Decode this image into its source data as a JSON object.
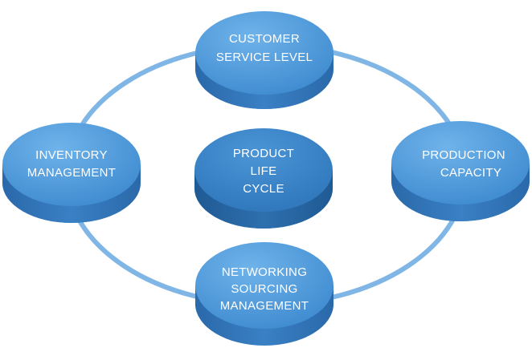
{
  "diagram": {
    "colors": {
      "ring": "#7fb6e6",
      "disc_top": "#4a94d6",
      "disc_top_light": "#69aee6",
      "disc_side": "#2f73b8",
      "disc_side_dark": "#245d96",
      "center_top": "#3a86cc",
      "center_side": "#255f9b",
      "text": "#ffffff"
    },
    "nodes": {
      "customer_service_level": {
        "line1": "CUSTOMER",
        "line2": "SERVICE LEVEL"
      },
      "inventory_management": {
        "line1": "INVENTORY",
        "line2": "MANAGEMENT"
      },
      "product_life_cycle": {
        "line1": "PRODUCT",
        "line2": "LIFE",
        "line3": "CYCLE"
      },
      "production_capacity": {
        "line1": "PRODUCTION",
        "line2": "CAPACITY"
      },
      "networking_sourcing_management": {
        "line1": "NETWORKING",
        "line2": "SOURCING",
        "line3": "MANAGEMENT"
      }
    }
  }
}
